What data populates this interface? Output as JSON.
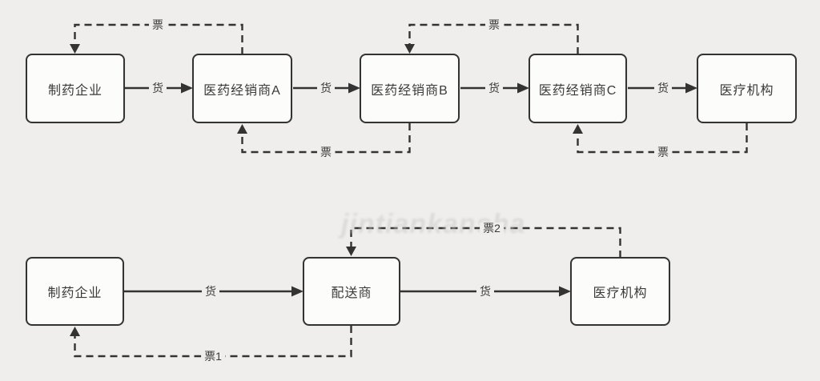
{
  "diagram": {
    "colors": {
      "background": "#efeeec",
      "line": "#333333",
      "node_fill": "#fcfcfb"
    },
    "watermark": "jintiankansha",
    "top_flow": {
      "nodes": [
        "制药企业",
        "医药经销商A",
        "医药经销商B",
        "医药经销商C",
        "医疗机构"
      ],
      "goods_labels": [
        "货",
        "货",
        "货",
        "货"
      ],
      "invoice_labels": [
        "票",
        "票",
        "票",
        "票"
      ]
    },
    "bottom_flow": {
      "nodes": [
        "制药企业",
        "配送商",
        "医疗机构"
      ],
      "goods_labels": [
        "货",
        "货"
      ],
      "invoice_labels": [
        "票1",
        "票2"
      ]
    }
  }
}
